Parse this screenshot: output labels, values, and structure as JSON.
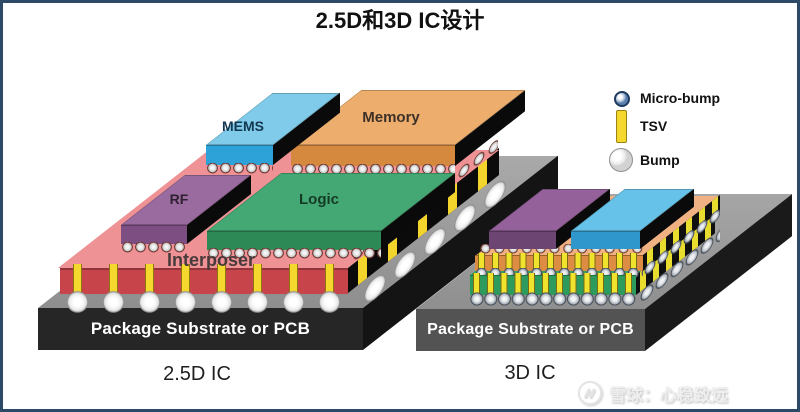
{
  "title": "2.5D和3D IC设计",
  "legend": {
    "items": [
      {
        "name": "micro-bump",
        "label": "Micro-bump"
      },
      {
        "name": "tsv",
        "label": "TSV"
      },
      {
        "name": "bump",
        "label": "Bump"
      }
    ]
  },
  "assembly_25d": {
    "caption": "2.5D IC",
    "interposer_label": "Interposer",
    "substrate_label": "Package Substrate or PCB",
    "chips": {
      "mems": "MEMS",
      "memory": "Memory",
      "rf": "RF",
      "logic": "Logic"
    }
  },
  "assembly_3d": {
    "caption": "3D IC",
    "substrate_label": "Package Substrate or PCB"
  },
  "watermark": "雪球：心稳致远",
  "colors": {
    "frame_border": "#2c4a68",
    "interposer_top": "#ee9295",
    "interposer_front": "#c7444b",
    "substrate_top": "#979797",
    "substrate_front_25d": "#262626",
    "substrate_front_3d": "#535353",
    "tsv_yellow": "#f4d82e",
    "mems_blue": "#7fcbe9",
    "memory_orange": "#edae6d",
    "rf_purple": "#9a6b9f",
    "logic_green": "#43a873",
    "stack_orange": "#dd8c43",
    "stack_green": "#2d9a5e",
    "chip_purple": "#94619a",
    "chip_blue": "#66c2e8"
  }
}
